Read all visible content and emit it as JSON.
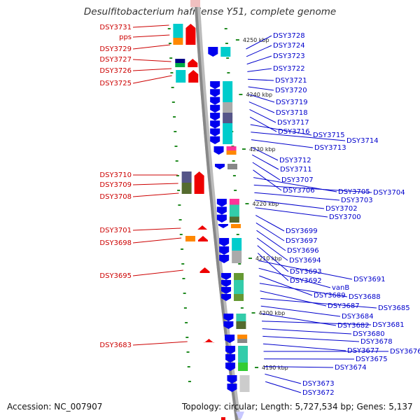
{
  "title": "Desulfitobacterium hafniense Y51, complete genome",
  "accession": "Accession: NC_007907",
  "topology": "Topology: circular; Length: 5,727,534 bp; Genes: 5,137",
  "colors": {
    "label_left": "#cc0000",
    "label_right": "#0000cc",
    "gene_forward": "#ee0000",
    "gene_reverse": "#0000ee",
    "backbone": "#888888",
    "ticks": "#228b22"
  },
  "kbp_marks": [
    "4250 kbp",
    "4240 kbp",
    "4230 kbp",
    "4220 kbp",
    "4210 kbp",
    "4200 kbp",
    "4190 kbp"
  ],
  "left_labels": [
    "DSY3731",
    "pps",
    "DSY3729",
    "DSY3727",
    "DSY3726",
    "DSY3725",
    "DSY3710",
    "DSY3709",
    "DSY3708",
    "DSY3701",
    "DSY3698",
    "DSY3695",
    "DSY3683"
  ],
  "right_labels": [
    "DSY3728",
    "DSY3724",
    "DSY3723",
    "DSY3722",
    "DSY3721",
    "DSY3720",
    "DSY3719",
    "DSY3718",
    "DSY3717",
    "DSY3716",
    "DSY3715",
    "DSY3714",
    "DSY3713",
    "DSY3712",
    "DSY3711",
    "DSY3707",
    "DSY3706",
    "DSY3705",
    "DSY3704",
    "DSY3703",
    "DSY3702",
    "DSY3700",
    "DSY3699",
    "DSY3697",
    "DSY3696",
    "DSY3694",
    "DSY3693",
    "DSY3692",
    "DSY3691",
    "vanB",
    "DSY3689",
    "DSY3688",
    "DSY3687",
    "DSY3685",
    "DSY3684",
    "DSY3682",
    "DSY3681",
    "DSY3680",
    "DSY3678",
    "DSY3677",
    "DSY3676",
    "DSY3675",
    "DSY3674",
    "DSY3673",
    "DSY3672"
  ]
}
